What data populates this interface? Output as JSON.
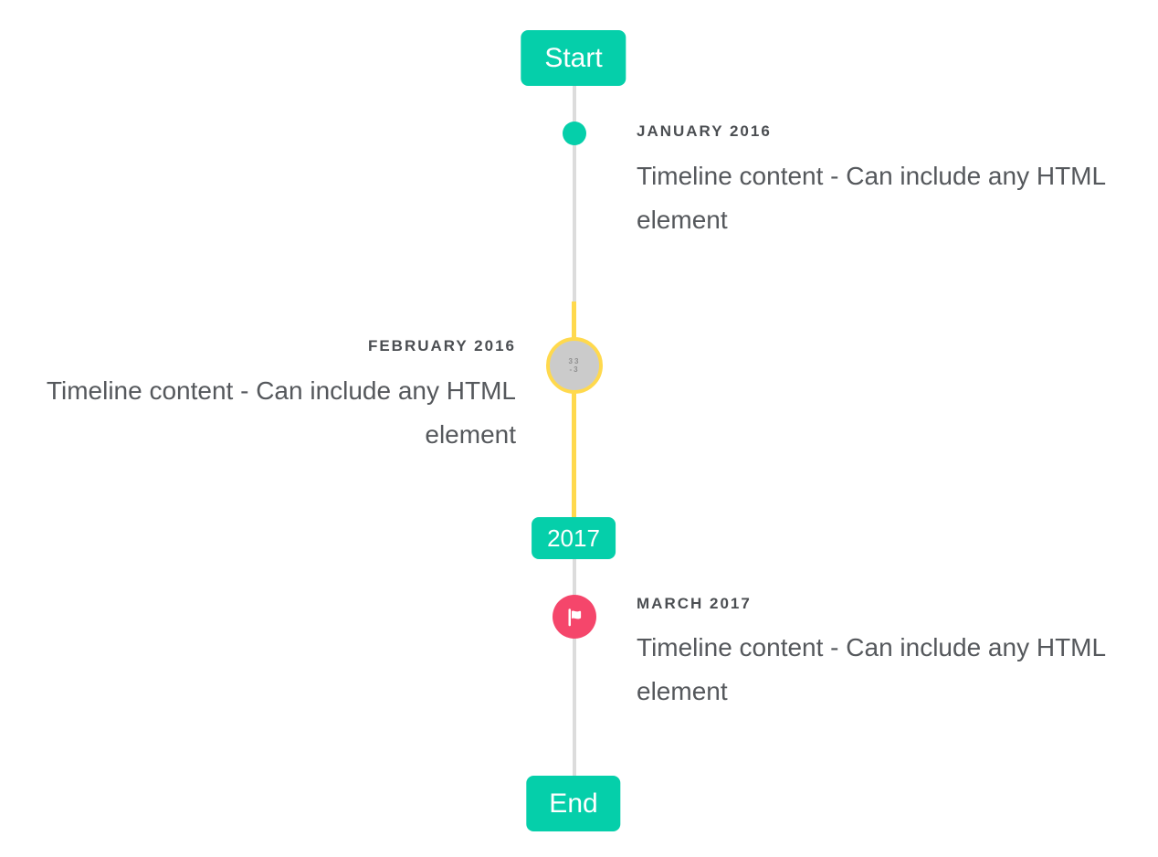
{
  "colors": {
    "accent_teal": "#05cfaa",
    "line_gray": "#dcdcdc",
    "highlight_yellow": "#ffd94d",
    "flag_marker_red": "#f5466b",
    "image_marker_gray": "#cbcbcb",
    "title_text": "#4b4e52",
    "content_text": "#55585c",
    "background": "#ffffff"
  },
  "timeline": {
    "start_label": "Start",
    "end_label": "End",
    "year_badge_label": "2017",
    "events": [
      {
        "date_label": "JANUARY 2016",
        "content": "Timeline content - Can include any HTML element",
        "side": "right",
        "marker": "teal-dot"
      },
      {
        "date_label": "FEBRUARY 2016",
        "content": "Timeline content - Can include any HTML element",
        "side": "left",
        "marker": "gray-image-circle-yellow-ring",
        "marker_glyph": {
          "line1": "33",
          "line2": "-3"
        }
      },
      {
        "date_label": "MARCH 2017",
        "content": "Timeline content - Can include any HTML element",
        "side": "right",
        "marker": "red-flag-circle"
      }
    ]
  }
}
